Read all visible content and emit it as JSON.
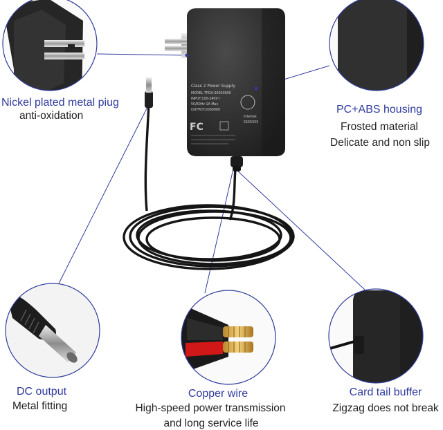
{
  "callouts": {
    "plug": {
      "title": "Nickel plated metal piug",
      "subtitle": "anti-oxidation"
    },
    "housing": {
      "title": "PC+ABS housing",
      "line1": "Frosted material",
      "line2": "Delicate and non slip"
    },
    "dc": {
      "title": "DC output",
      "subtitle": "Metal fitting"
    },
    "copper": {
      "title": "Copper wire",
      "line1": "High-speed power transmission",
      "line2": "and long service life"
    },
    "tail": {
      "title": "Card tail buffer",
      "subtitle": "Zigzag does not break"
    }
  },
  "device_label": {
    "line1": "Class 2 Power Supply",
    "line2": "MODEL:TPGA-S0000000",
    "line3": "INPUT:100-240V~",
    "line4": "50/60Hz 1A Max",
    "line5": "OUTPUT:0000000",
    "fc": "FC",
    "intertek": "Intertek",
    "intertek_no": "5555555"
  },
  "colors": {
    "callout_text": "#2f3a9c",
    "body_text": "#222222",
    "circle_stroke": "#2f3a9c",
    "device": "#2b2b2b"
  }
}
